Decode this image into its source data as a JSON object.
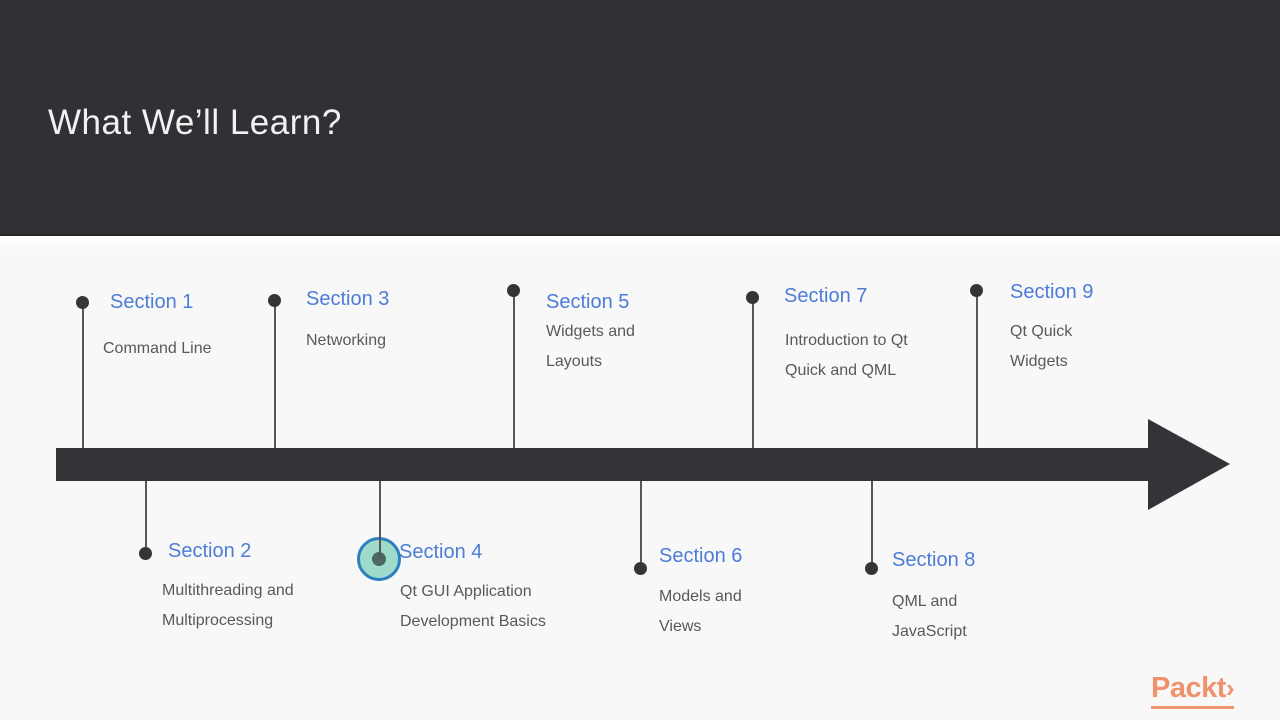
{
  "title": "What We’ll Learn?",
  "sections": [
    {
      "label": "Section 1",
      "desc": "Command Line",
      "row": "top"
    },
    {
      "label": "Section 2",
      "desc": "Multithreading and Multiprocessing",
      "row": "bottom"
    },
    {
      "label": "Section 3",
      "desc": "Networking",
      "row": "top"
    },
    {
      "label": "Section 4",
      "desc": "Qt GUI Application Development Basics",
      "row": "bottom",
      "highlighted": true
    },
    {
      "label": "Section 5",
      "desc": "Widgets and Layouts",
      "row": "top"
    },
    {
      "label": "Section 6",
      "desc": "Models and Views",
      "row": "bottom"
    },
    {
      "label": "Section 7",
      "desc": "Introduction to Qt Quick and QML",
      "row": "top"
    },
    {
      "label": "Section 8",
      "desc": "QML and JavaScript",
      "row": "bottom"
    },
    {
      "label": "Section 9",
      "desc": "Qt Quick Widgets",
      "row": "top"
    }
  ],
  "logo": {
    "text": "Packt",
    "chevron": "›"
  },
  "colors": {
    "header_bg": "#2f3135",
    "body_bg": "#f8f8f8",
    "arrow": "#333437",
    "accent_blue": "#4d7cd8",
    "desc_gray": "#58595b",
    "highlight_fill": "#9edbca",
    "highlight_border": "#2e7fc0",
    "logo_orange": "#f0926d"
  }
}
